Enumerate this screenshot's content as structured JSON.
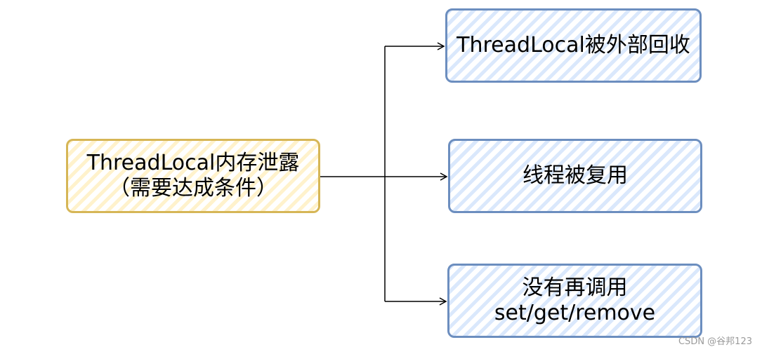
{
  "diagram": {
    "source": {
      "line1": "ThreadLocal内存泄露",
      "line2": "（需要达成条件）"
    },
    "targets": [
      {
        "line1": "ThreadLocal被外部回收"
      },
      {
        "line1": "线程被复用"
      },
      {
        "line1": "没有再调用",
        "line2": "set/get/remove"
      }
    ]
  },
  "watermark": "CSDN @谷邦123",
  "colors": {
    "source_border": "#d6b656",
    "source_fill": "#fff2cc",
    "target_border": "#6c8ebf",
    "target_fill": "#dae8fc",
    "edge": "#000000"
  }
}
